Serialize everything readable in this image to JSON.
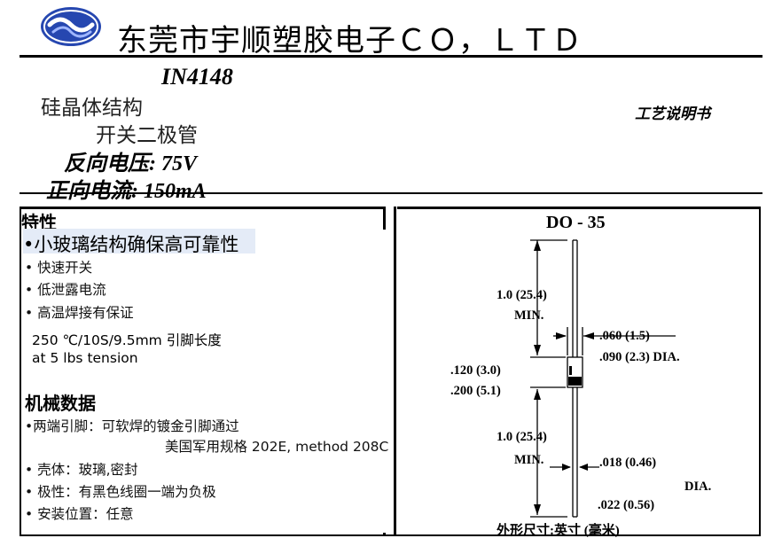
{
  "header": {
    "company_name": "东莞市宇顺塑胶电子ＣＯ，ＬＴＤ"
  },
  "product": {
    "part_number": "IN4148",
    "type_line1": "硅晶体结构",
    "type_line2": "开关二极管",
    "reverse_voltage": "反向电压: 75V",
    "forward_current": "正向电流: 150mA",
    "doc_type": "工艺说明书"
  },
  "features": {
    "title": "特性",
    "main": "•小玻璃结构确保高可靠性",
    "items": [
      "•  快速开关",
      "•  低泄露电流",
      "•  高温焊接有保证"
    ],
    "temp_line1": "250 ℃/10S/9.5mm  引脚长度",
    "temp_line2": "at 5 lbs tension"
  },
  "mechanical": {
    "title": "机械数据",
    "item1": "•两端引脚：可软焊的镀金引脚通过",
    "item1_cont": "美国军用规格  202E, method 208C",
    "item2": "•  壳体：玻璃,密封",
    "item3": "•  极性：有黑色线圈一端为负极",
    "item4": "•  安装位置：任意"
  },
  "package": {
    "name": "DO - 35",
    "lead_length_top": "1.0 (25.4)",
    "min_top": "MIN.",
    "body_dia_min": ".060 (1.5)",
    "body_dia_max": ".090 (2.3) DIA.",
    "body_len_min": ".120 (3.0)",
    "body_len_max": ".200 (5.1)",
    "lead_length_bottom": "1.0 (25.4)",
    "min_bottom": "MIN.",
    "lead_dia_min": ".018 (0.46)",
    "dia_label": "DIA.",
    "lead_dia_max": ".022 (0.56)",
    "units_note": "外形尺寸:英寸 (毫米)"
  }
}
